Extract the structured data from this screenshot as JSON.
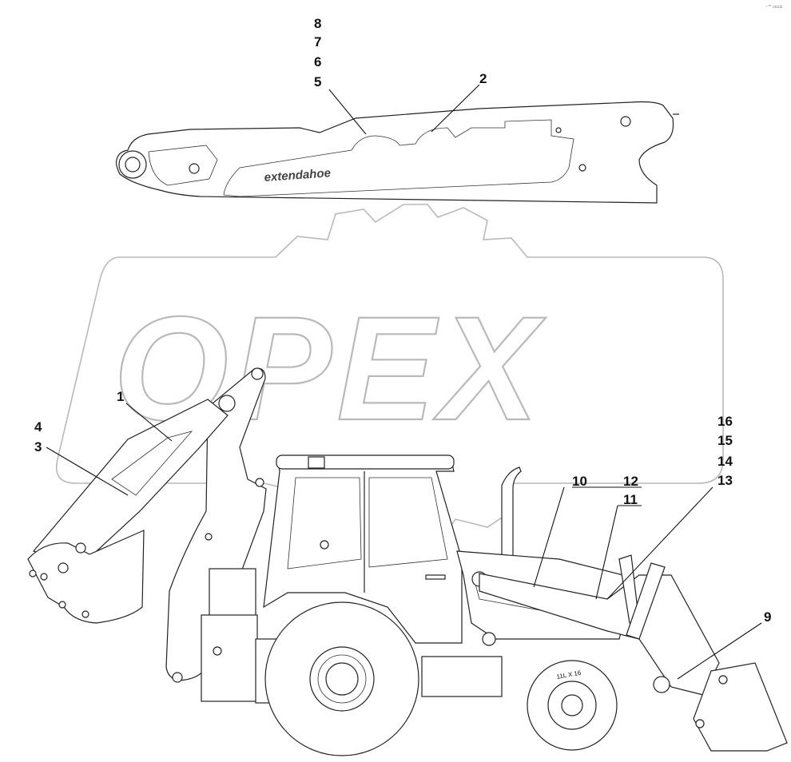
{
  "diagram": {
    "watermark_text": "OPEX",
    "decal_text": "extendahoe",
    "tire_text": "11L X 16",
    "corner_mark": "◦ᵐ ▫▫▫",
    "callouts": [
      {
        "id": "c1",
        "label": "1"
      },
      {
        "id": "c2",
        "label": "2"
      },
      {
        "id": "c3",
        "label": "3"
      },
      {
        "id": "c4",
        "label": "4"
      },
      {
        "id": "c5",
        "label": "5"
      },
      {
        "id": "c6",
        "label": "6"
      },
      {
        "id": "c7",
        "label": "7"
      },
      {
        "id": "c8",
        "label": "8"
      },
      {
        "id": "c9",
        "label": "9"
      },
      {
        "id": "c10",
        "label": "10"
      },
      {
        "id": "c11",
        "label": "11"
      },
      {
        "id": "c12",
        "label": "12"
      },
      {
        "id": "c13",
        "label": "13"
      },
      {
        "id": "c14",
        "label": "14"
      },
      {
        "id": "c15",
        "label": "15"
      },
      {
        "id": "c16",
        "label": "16"
      }
    ]
  }
}
